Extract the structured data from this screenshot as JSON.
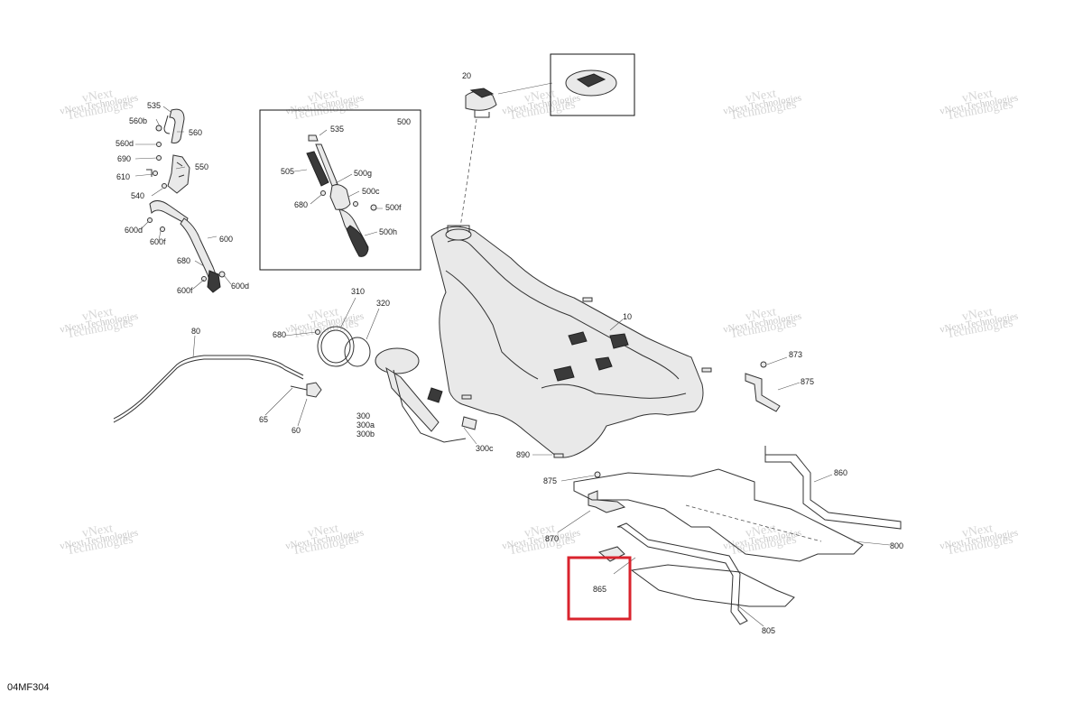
{
  "diagram": {
    "code": "04MF304",
    "callouts": [
      {
        "id": "c-535",
        "text": "535"
      },
      {
        "id": "c-560b",
        "text": "560b"
      },
      {
        "id": "c-560",
        "text": "560"
      },
      {
        "id": "c-560d",
        "text": "560d"
      },
      {
        "id": "c-690",
        "text": "690"
      },
      {
        "id": "c-550",
        "text": "550"
      },
      {
        "id": "c-610",
        "text": "610"
      },
      {
        "id": "c-540",
        "text": "540"
      },
      {
        "id": "c-600d",
        "text": "600d"
      },
      {
        "id": "c-600f-a",
        "text": "600f"
      },
      {
        "id": "c-600",
        "text": "600"
      },
      {
        "id": "c-680-a",
        "text": "680"
      },
      {
        "id": "c-600f-b",
        "text": "600f"
      },
      {
        "id": "c-600d-b",
        "text": "600d"
      },
      {
        "id": "c-500",
        "text": "500"
      },
      {
        "id": "c-535-b",
        "text": "535"
      },
      {
        "id": "c-505",
        "text": "505"
      },
      {
        "id": "c-500g",
        "text": "500g"
      },
      {
        "id": "c-500c",
        "text": "500c"
      },
      {
        "id": "c-680-b",
        "text": "680"
      },
      {
        "id": "c-500f",
        "text": "500f"
      },
      {
        "id": "c-500h",
        "text": "500h"
      },
      {
        "id": "c-20",
        "text": "20"
      },
      {
        "id": "c-10",
        "text": "10"
      },
      {
        "id": "c-310",
        "text": "310"
      },
      {
        "id": "c-320",
        "text": "320"
      },
      {
        "id": "c-680-c",
        "text": "680"
      },
      {
        "id": "c-80",
        "text": "80"
      },
      {
        "id": "c-65",
        "text": "65"
      },
      {
        "id": "c-60",
        "text": "60"
      },
      {
        "id": "c-300",
        "text": "300"
      },
      {
        "id": "c-300a",
        "text": "300a"
      },
      {
        "id": "c-300b",
        "text": "300b"
      },
      {
        "id": "c-300c",
        "text": "300c"
      },
      {
        "id": "c-890",
        "text": "890"
      },
      {
        "id": "c-873",
        "text": "873"
      },
      {
        "id": "c-875-a",
        "text": "875"
      },
      {
        "id": "c-860",
        "text": "860"
      },
      {
        "id": "c-875-b",
        "text": "875"
      },
      {
        "id": "c-870",
        "text": "870"
      },
      {
        "id": "c-800",
        "text": "800"
      },
      {
        "id": "c-865",
        "text": "865"
      },
      {
        "id": "c-805",
        "text": "805"
      }
    ],
    "watermark": {
      "line1": "vNext",
      "line2": "Technologies",
      "inline": "vNext Technologies"
    },
    "highlight": {
      "target": "865",
      "color": "#d9232d"
    },
    "colors": {
      "line": "#333333",
      "background": "#ffffff",
      "watermark": "#c9c9c9"
    }
  }
}
